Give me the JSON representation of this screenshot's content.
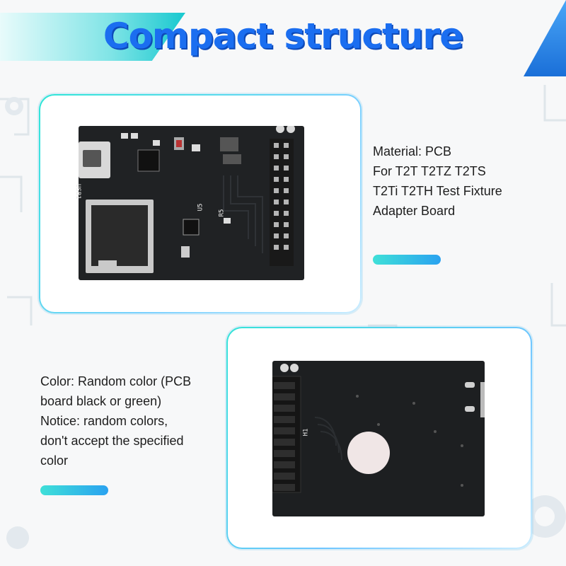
{
  "page": {
    "title": "Compact structure"
  },
  "top_card": {
    "description_lines": [
      "Material: PCB",
      "For T2T T2TZ T2TS",
      "T2Ti T2TH Test Fixture",
      "Adapter Board"
    ],
    "silkscreen": {
      "usb": "USB1",
      "u5": "U5",
      "r5": "R5"
    }
  },
  "bottom_card": {
    "description_lines": [
      "Color: Random color (PCB",
      "board black or green)",
      "Notice: random colors,",
      "don't accept the specified",
      "color"
    ],
    "silkscreen": {
      "h1": "H1"
    }
  },
  "colors": {
    "title_blue": "#1b6ef0",
    "accent_teal": "#3fe0d8",
    "pcb_black": "#202224"
  }
}
